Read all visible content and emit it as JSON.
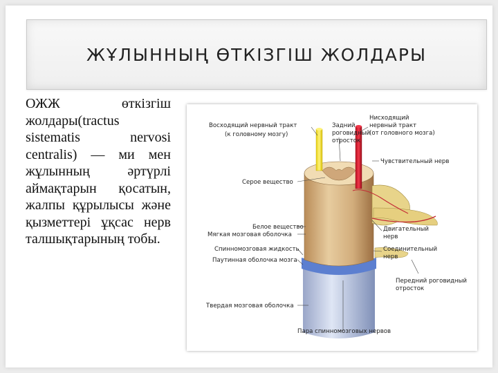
{
  "slide": {
    "title": "ЖҰЛЫННЫҢ ӨТКІЗГІШ ЖОЛДАРЫ",
    "body": "ОЖЖ өткізгіш жолдары(tractus sistematis nervosi centralis) — ми мен жұлынның әртүрлі аймақтарын қосатын, жалпы құрылысы және қызметтері ұқсас нерв талшықтарының тобы."
  },
  "figure": {
    "labels": {
      "ascending_1": "Восходящий нервный тракт",
      "ascending_2": "(к головному мозгу)",
      "posterior_horn_1": "Задний",
      "posterior_horn_2": "роговидный",
      "posterior_horn_3": "отросток",
      "descending_1": "Нисходящий",
      "descending_2": "нервный тракт",
      "descending_3": "(от головного мозга)",
      "sensory_nerve": "Чувствительный нерв",
      "gray_matter": "Серое вещество",
      "white_matter": "Белое вещество",
      "pia_mater": "Мягкая мозговая оболочка",
      "csf": "Спинномозговая жидкость",
      "arachnoid": "Паутинная оболочка мозга",
      "motor_nerve_1": "Двигательный",
      "motor_nerve_2": "нерв",
      "connecting_nerve_1": "Соединительный",
      "connecting_nerve_2": "нерв",
      "anterior_horn_1": "Передний роговидный",
      "anterior_horn_2": "отросток",
      "dura_mater": "Твердая мозговая оболочка",
      "spinal_nerves": "Пара спинномозговых нервов"
    },
    "colors": {
      "ascending_tract": "#f1e21c",
      "descending_tract": "#d7182a",
      "cord_tan": "#d2ad7c",
      "pia_blue": "#5c7fd0",
      "nerve_yellow": "#e8d48a"
    }
  }
}
